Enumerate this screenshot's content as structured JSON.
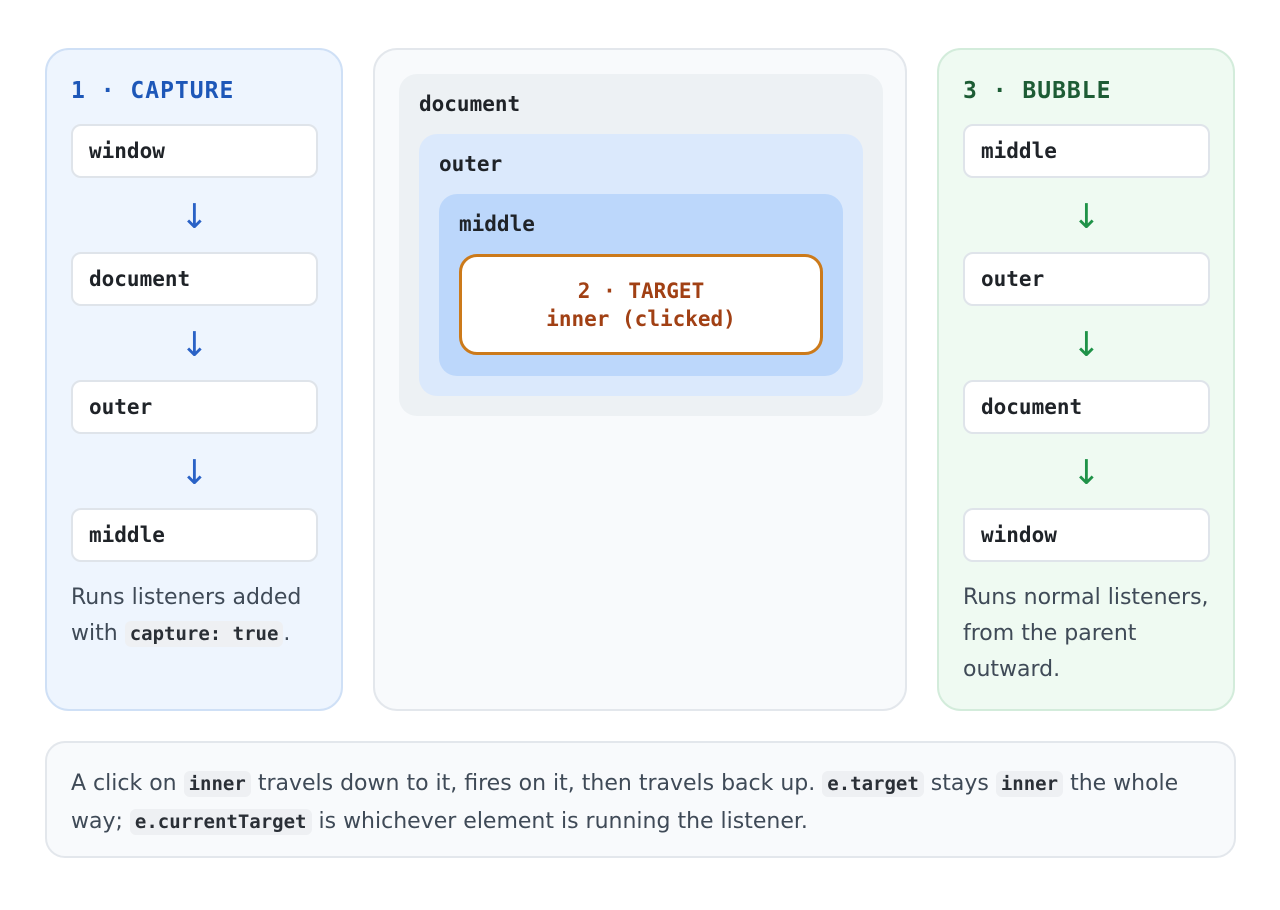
{
  "capture": {
    "title": "1 · CAPTURE",
    "nodes": [
      "window",
      "document",
      "outer",
      "middle"
    ],
    "arrow": "↓",
    "note_text": "Runs listeners added with",
    "note_code": "capture: true",
    "note_end": "."
  },
  "target_view": {
    "document_label": "document",
    "outer_label": "outer",
    "middle_label": "middle",
    "target_title": "2 · TARGET",
    "target_sub": "inner (clicked)"
  },
  "bubble": {
    "title": "3 · BUBBLE",
    "nodes": [
      "middle",
      "outer",
      "document",
      "window"
    ],
    "arrow": "↓",
    "note": "Runs normal listeners, from the parent outward."
  },
  "footer": {
    "t1": "A click on",
    "c1": "inner",
    "t2": "travels down to it, fires on it, then travels back up.",
    "c2": "e.target",
    "t3": "stays",
    "c3": "inner",
    "t4": "the whole way;",
    "c4": "e.currentTarget",
    "t5": "is whichever element is running the listener."
  },
  "colors": {
    "capture_accent": "#1d57b8",
    "bubble_accent": "#1d5c35",
    "target_border": "#cc7a1a",
    "target_text": "#a14014"
  }
}
